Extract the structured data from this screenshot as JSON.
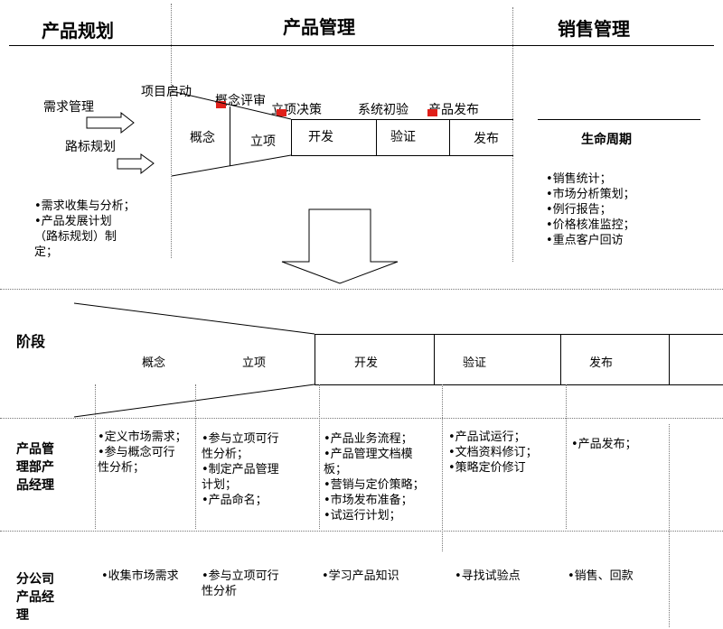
{
  "top_header": {
    "product_planning": "产品规划",
    "product_management": "产品管理",
    "sales_management": "销售管理"
  },
  "top_flow": {
    "left_labels": [
      "需求管理",
      "路标规划"
    ],
    "milestones": [
      "项目启动",
      "概念评审",
      "立项决策",
      "系统初验",
      "产品发布"
    ],
    "stages": [
      "概念",
      "立项",
      "开发",
      "验证",
      "发布"
    ],
    "lifecycle_label": "生命周期",
    "planning_bullets": [
      "•需求收集与分析；",
      "•产品发展计划",
      "（路标规划）制",
      "定；"
    ],
    "sales_bullets": [
      "•销售统计；",
      "•市场分析策划；",
      "•例行报告；",
      "•价格核准监控；",
      "•重点客户回访"
    ]
  },
  "stage_table": {
    "stage_header": "阶段",
    "stages": [
      "概念",
      "立项",
      "开发",
      "验证",
      "发布"
    ],
    "rows": [
      {
        "role_lines": [
          "产品管",
          "理部产",
          "品经理"
        ],
        "cells": [
          [
            "•定义市场需求；",
            "•参与概念可行",
            "性分析；"
          ],
          [
            "•参与立项可行",
            "性分析；",
            "•制定产品管理",
            "计划；",
            "•产品命名；"
          ],
          [
            "•产品业务流程；",
            "•产品管理文档模",
            "板；",
            "•营销与定价策略；",
            "•市场发布准备；",
            "•试运行计划；"
          ],
          [
            "•产品试运行；",
            "•文档资料修订；",
            "•策略定价修订"
          ],
          [
            "•产品发布；"
          ]
        ]
      },
      {
        "role_lines": [
          "分公司",
          "产品经",
          "理"
        ],
        "cells": [
          [
            "•收集市场需求"
          ],
          [
            "•参与立项可行",
            "性分析"
          ],
          [
            "•学习产品知识"
          ],
          [
            "•寻找试验点"
          ],
          [
            "•销售、回款"
          ]
        ]
      }
    ]
  },
  "colors": {
    "marker": "#e0201a",
    "lines": "#000000",
    "dotted": "#777777"
  },
  "icons": [
    "right-arrow-icon",
    "right-arrow-icon",
    "down-arrow-icon",
    "milestone-marker-icon"
  ]
}
